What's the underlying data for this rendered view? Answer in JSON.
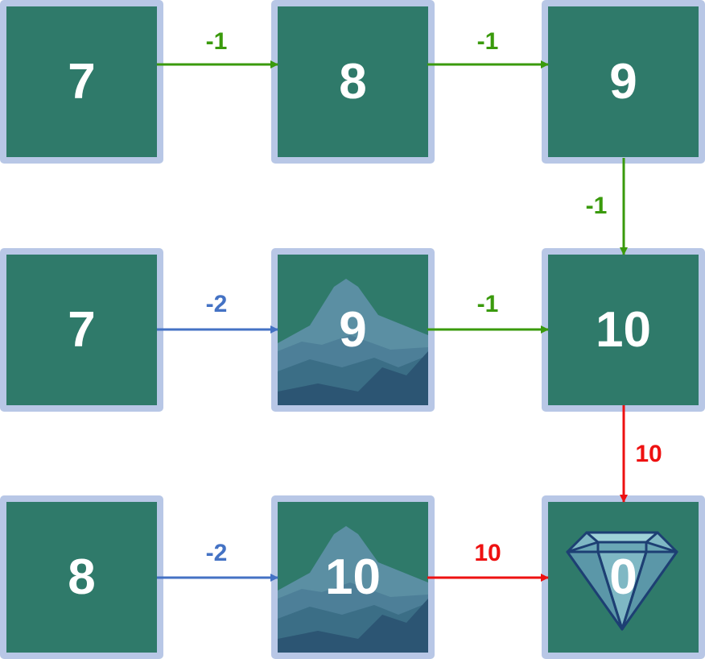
{
  "colors": {
    "tile_frame": "#b8c7e6",
    "tile_fill": "#2f7a6a",
    "edge_green": "#3a9a0c",
    "edge_blue": "#4472c4",
    "edge_red": "#ee1111"
  },
  "tiles": [
    {
      "id": "r0c0",
      "value": "7",
      "icon": "none"
    },
    {
      "id": "r0c1",
      "value": "8",
      "icon": "none"
    },
    {
      "id": "r0c2",
      "value": "9",
      "icon": "none"
    },
    {
      "id": "r1c0",
      "value": "7",
      "icon": "none"
    },
    {
      "id": "r1c1",
      "value": "9",
      "icon": "mountain-icon"
    },
    {
      "id": "r1c2",
      "value": "10",
      "icon": "none"
    },
    {
      "id": "r2c0",
      "value": "8",
      "icon": "none"
    },
    {
      "id": "r2c1",
      "value": "10",
      "icon": "mountain-icon"
    },
    {
      "id": "r2c2",
      "value": "0",
      "icon": "diamond-icon"
    }
  ],
  "edges": [
    {
      "from": "r0c0",
      "to": "r0c1",
      "label": "-1",
      "color": "green"
    },
    {
      "from": "r0c1",
      "to": "r0c2",
      "label": "-1",
      "color": "green"
    },
    {
      "from": "r0c2",
      "to": "r1c2",
      "label": "-1",
      "color": "green"
    },
    {
      "from": "r1c0",
      "to": "r1c1",
      "label": "-2",
      "color": "blue"
    },
    {
      "from": "r1c1",
      "to": "r1c2",
      "label": "-1",
      "color": "green"
    },
    {
      "from": "r1c2",
      "to": "r2c2",
      "label": "10",
      "color": "red"
    },
    {
      "from": "r2c0",
      "to": "r2c1",
      "label": "-2",
      "color": "blue"
    },
    {
      "from": "r2c1",
      "to": "r2c2",
      "label": "10",
      "color": "red"
    }
  ]
}
